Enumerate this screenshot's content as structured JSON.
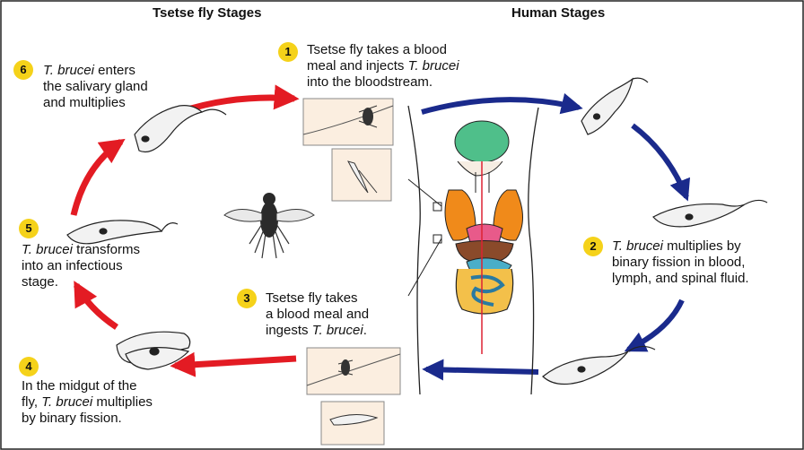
{
  "headers": {
    "tsetse": "Tsetse fly Stages",
    "human": "Human Stages"
  },
  "colors": {
    "fly_arrow": "#e31b23",
    "human_arrow": "#1a2a8c",
    "badge": "#f5d21a",
    "panel": "#fbeee0",
    "brain": "#4fbf8a",
    "lungs": "#f08a1a",
    "liver": "#8a4a2a",
    "intestine": "#4aaec8",
    "colon": "#f3c04a"
  },
  "steps": [
    {
      "num": "1",
      "lines": [
        [
          {
            "t": "Tsetse fly takes a blood"
          }
        ],
        [
          {
            "t": "meal and injects "
          },
          {
            "t": "T. brucei",
            "i": true
          }
        ],
        [
          {
            "t": "into the bloodstream."
          }
        ]
      ]
    },
    {
      "num": "2",
      "lines": [
        [
          {
            "t": "T. brucei",
            "i": true
          },
          {
            "t": " multiplies by"
          }
        ],
        [
          {
            "t": "binary fission in blood,"
          }
        ],
        [
          {
            "t": "lymph, and spinal fluid."
          }
        ]
      ]
    },
    {
      "num": "3",
      "lines": [
        [
          {
            "t": "Tsetse fly takes"
          }
        ],
        [
          {
            "t": "a blood meal and"
          }
        ],
        [
          {
            "t": "ingests "
          },
          {
            "t": "T. brucei",
            "i": true
          },
          {
            "t": "."
          }
        ]
      ]
    },
    {
      "num": "4",
      "lines": [
        [
          {
            "t": "In the midgut of the"
          }
        ],
        [
          {
            "t": "fly, "
          },
          {
            "t": "T. brucei",
            "i": true
          },
          {
            "t": " multiplies"
          }
        ],
        [
          {
            "t": "by binary fission."
          }
        ]
      ]
    },
    {
      "num": "5",
      "lines": [
        [
          {
            "t": "T. brucei",
            "i": true
          },
          {
            "t": " transforms"
          }
        ],
        [
          {
            "t": "into an infectious"
          }
        ],
        [
          {
            "t": "stage."
          }
        ]
      ]
    },
    {
      "num": "6",
      "lines": [
        [
          {
            "t": "T. brucei",
            "i": true
          },
          {
            "t": " enters"
          }
        ],
        [
          {
            "t": "the salivary gland"
          }
        ],
        [
          {
            "t": "and multiplies"
          }
        ]
      ]
    }
  ]
}
